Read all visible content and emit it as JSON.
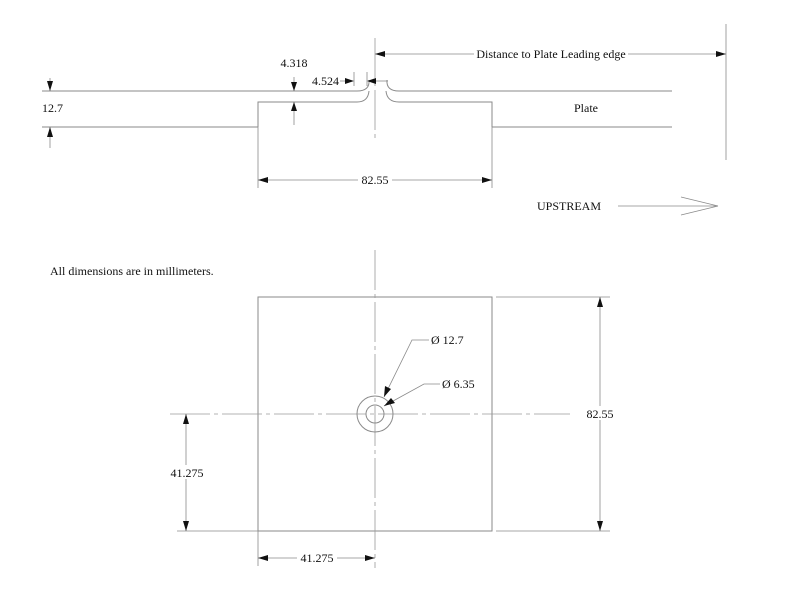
{
  "side_view": {
    "dim_hole_depth": "4.318",
    "dim_fillet": "4.524",
    "dim_thickness": "12.7",
    "dim_width": "82.55",
    "leading_edge_label": "Distance to Plate Leading edge",
    "plate_label": "Plate",
    "flow_label": "UPSTREAM"
  },
  "note": "All dimensions are in millimeters.",
  "top_view": {
    "dia_outer": "Ø 12.7",
    "dia_inner": "Ø 6.35",
    "dim_height": "82.55",
    "dim_hole_y": "41.275",
    "dim_hole_x": "41.275"
  },
  "colors": {
    "line": "#8a8a8a",
    "text": "#111111",
    "background": "#ffffff"
  }
}
